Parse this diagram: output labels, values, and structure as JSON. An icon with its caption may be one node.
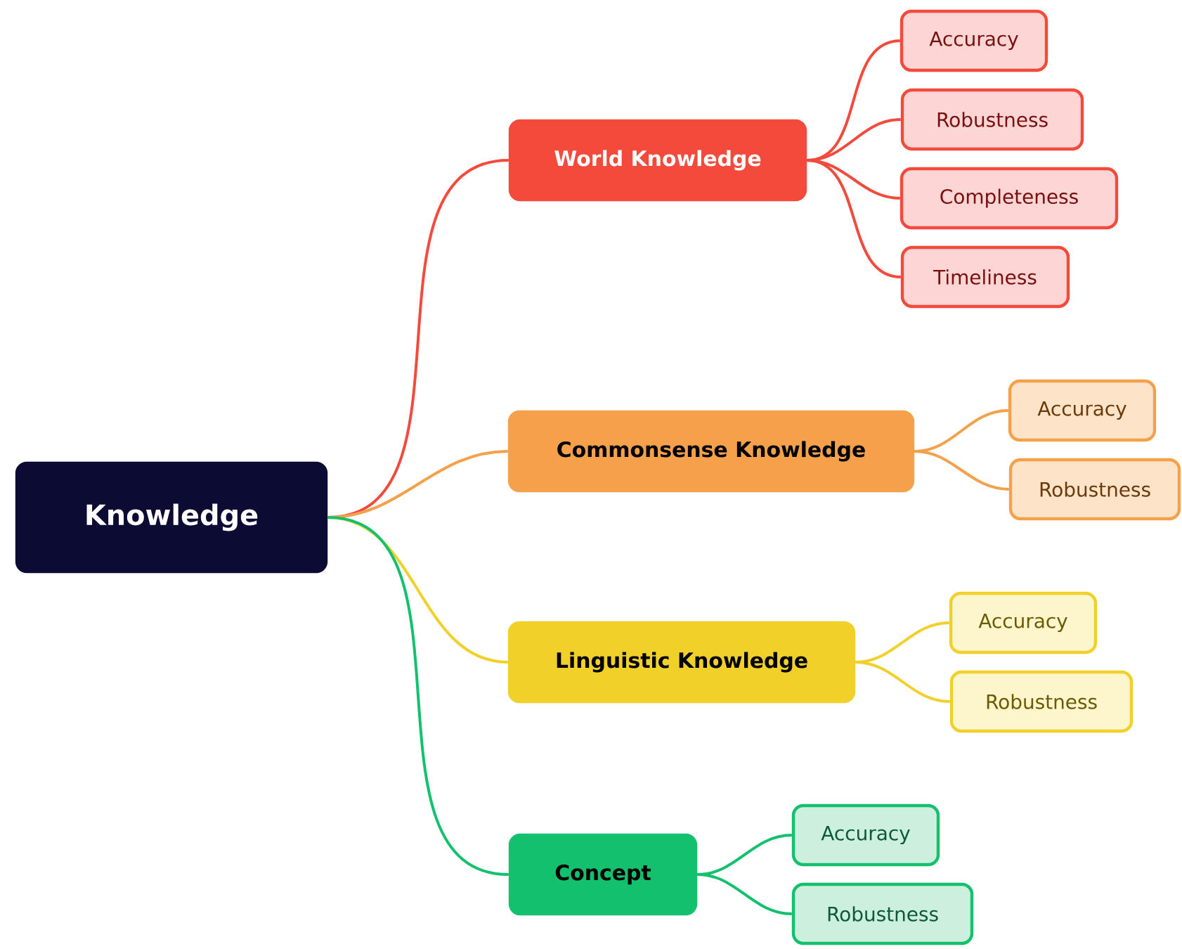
{
  "diagram": {
    "nodes": [
      {
        "text": [
          "Knowledge"
        ]
      },
      {
        "text": [
          "World Knowledge"
        ]
      },
      {
        "text": [
          "Accuracy"
        ]
      },
      {
        "text": [
          "Robustness"
        ]
      },
      {
        "text": [
          "Completeness"
        ]
      },
      {
        "text": [
          "Timeliness"
        ]
      },
      {
        "text": [
          "Commonsense Knowledge"
        ]
      },
      {
        "text": [
          "Accuracy"
        ]
      },
      {
        "text": [
          "Robustness"
        ]
      },
      {
        "text": [
          "Linguistic Knowledge"
        ]
      },
      {
        "text": [
          "Accuracy"
        ]
      },
      {
        "text": [
          "Robustness"
        ]
      },
      {
        "text": [
          "Concept"
        ]
      },
      {
        "text": [
          "Accuracy"
        ]
      },
      {
        "text": [
          "Robustness"
        ]
      }
    ],
    "edges": [
      {
        "from": 0,
        "to": 1,
        "arrow": "none",
        "color": "#f34a3c"
      },
      {
        "from": 0,
        "to": 6,
        "arrow": "none",
        "color": "#f5a04a"
      },
      {
        "from": 0,
        "to": 9,
        "arrow": "none",
        "color": "#f2d02a"
      },
      {
        "from": 0,
        "to": 12,
        "arrow": "none",
        "color": "#13c06e"
      },
      {
        "from": 1,
        "to": 2,
        "arrow": "none",
        "color": "#f34a3c"
      },
      {
        "from": 1,
        "to": 3,
        "arrow": "none",
        "color": "#f34a3c"
      },
      {
        "from": 1,
        "to": 4,
        "arrow": "none",
        "color": "#f34a3c"
      },
      {
        "from": 1,
        "to": 5,
        "arrow": "none",
        "color": "#f34a3c"
      },
      {
        "from": 6,
        "to": 7,
        "arrow": "none",
        "color": "#f5a04a"
      },
      {
        "from": 6,
        "to": 8,
        "arrow": "none",
        "color": "#f5a04a"
      },
      {
        "from": 9,
        "to": 10,
        "arrow": "none",
        "color": "#f2d02a"
      },
      {
        "from": 9,
        "to": 11,
        "arrow": "none",
        "color": "#f2d02a"
      },
      {
        "from": 12,
        "to": 13,
        "arrow": "none",
        "color": "#13c06e"
      },
      {
        "from": 12,
        "to": 14,
        "arrow": "none",
        "color": "#13c06e"
      }
    ]
  }
}
